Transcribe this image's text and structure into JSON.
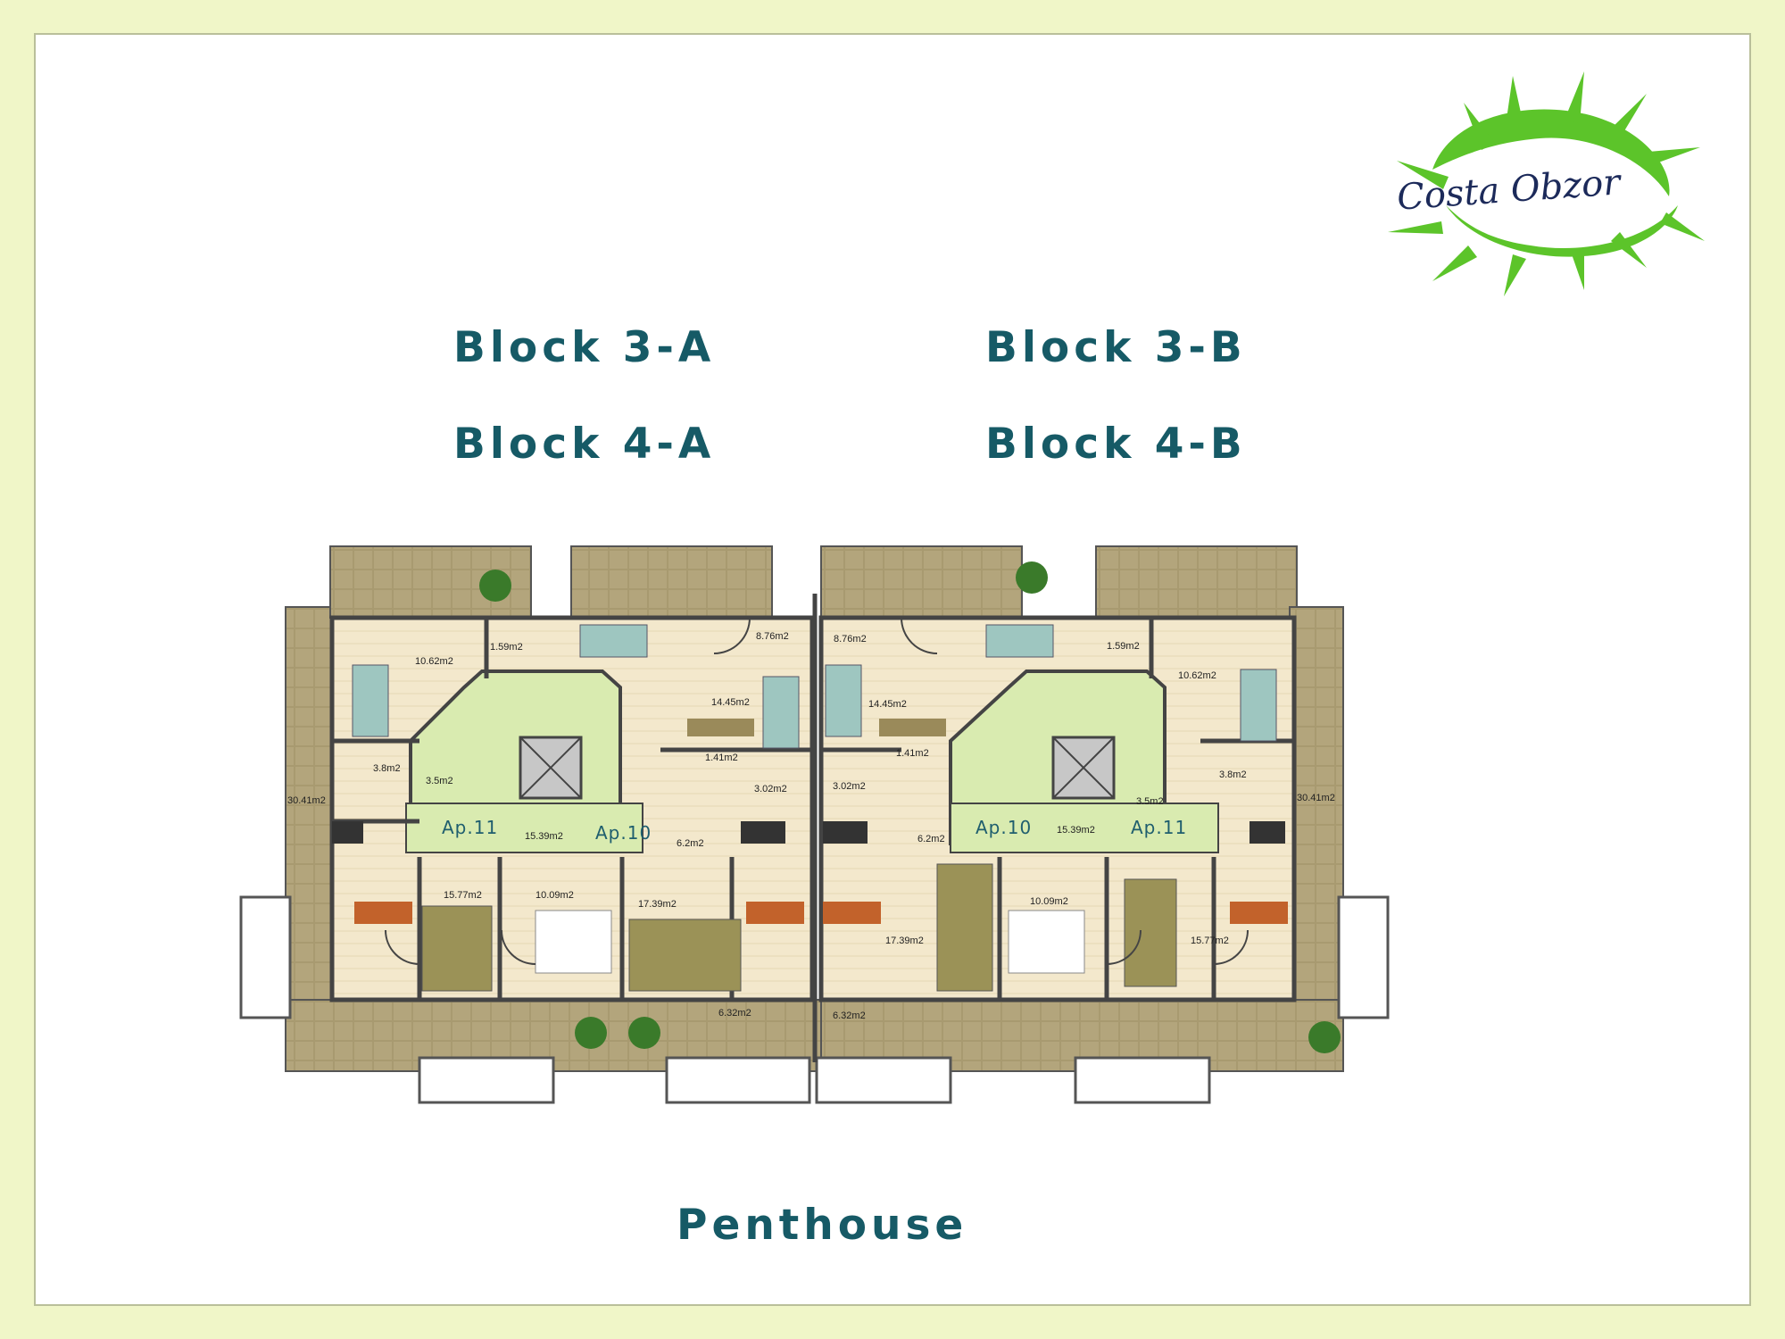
{
  "logo": {
    "text": "Costa Obzor",
    "icon": "sun-swirl-logo",
    "colors": {
      "sun": "#5cc42a",
      "text": "#1c2a5a"
    }
  },
  "blocks": {
    "col_a": [
      "Block 3-A",
      "Block 4-A"
    ],
    "col_b": [
      "Block 3-B",
      "Block 4-B"
    ]
  },
  "footer_title": "Penthouse",
  "apartments": [
    "Ap.11",
    "Ap.10",
    "Ap.10",
    "Ap.11"
  ],
  "areas": {
    "left": [
      "10.62m2",
      "1.59m2",
      "8.76m2",
      "14.45m2",
      "1.41m2",
      "3.8m2",
      "3.5m2",
      "3.02m2",
      "30.41m2",
      "15.39m2",
      "6.2m2",
      "15.77m2",
      "10.09m2",
      "17.39m2",
      "6.32m2"
    ],
    "right": [
      "8.76m2",
      "14.45m2",
      "1.41m2",
      "1.59m2",
      "10.62m2",
      "3.02m2",
      "3.8m2",
      "3.5m2",
      "30.41m2",
      "15.39m2",
      "6.2m2",
      "10.09m2",
      "17.39m2",
      "15.77m2",
      "6.32m2"
    ]
  },
  "colors": {
    "heading": "#165a66",
    "terrace": "#a89a70",
    "floor": "#f2e8cf",
    "stair": "#d9ebb0",
    "page_bg": "#f0f6c8"
  }
}
